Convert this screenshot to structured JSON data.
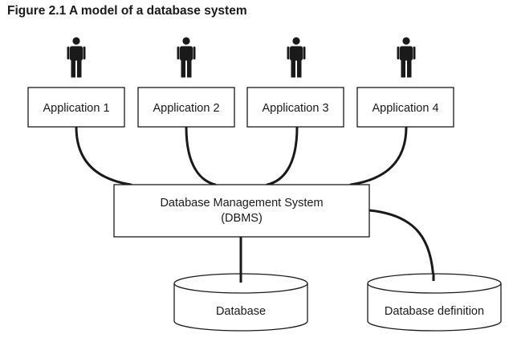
{
  "figure": {
    "title": "Figure 2.1 A model of a database system"
  },
  "applications": [
    {
      "label": "Application 1"
    },
    {
      "label": "Application 2"
    },
    {
      "label": "Application 3"
    },
    {
      "label": "Application 4"
    }
  ],
  "dbms": {
    "line1": "Database Management System",
    "line2": "(DBMS)"
  },
  "stores": {
    "database": "Database",
    "definition": "Database definition"
  },
  "icons": {
    "user": "person-icon"
  },
  "colors": {
    "stroke": "#1a1a1a",
    "fill": "#ffffff"
  }
}
